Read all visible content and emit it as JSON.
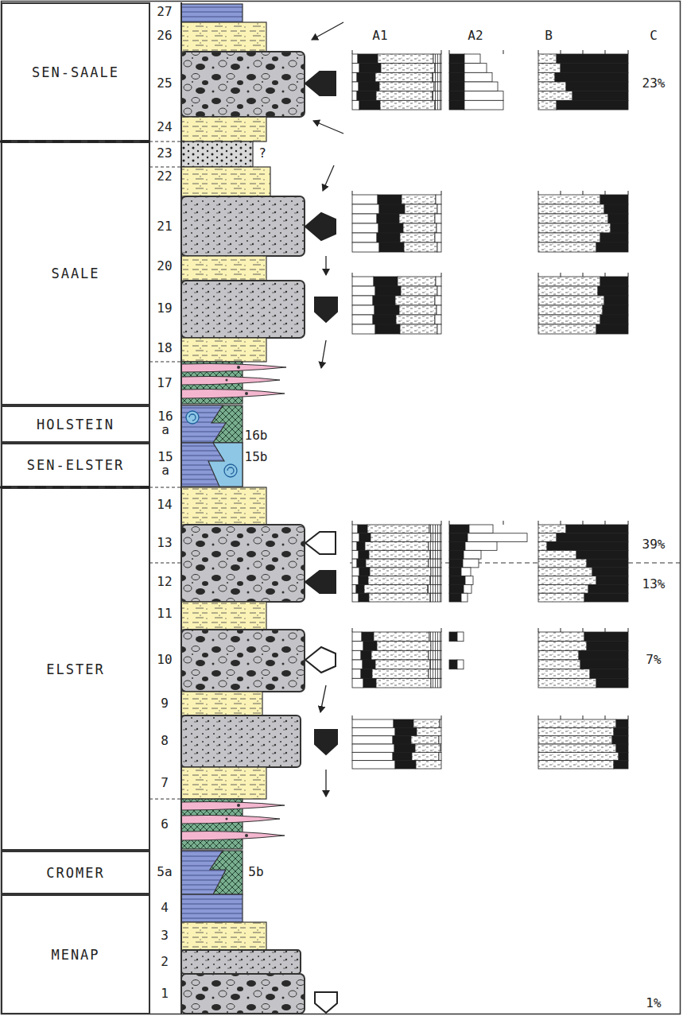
{
  "diagram": {
    "nodes": [
      {
        "text": [
          "SEN-SAALE"
        ]
      },
      {
        "text": [
          "SAALE"
        ]
      },
      {
        "text": [
          "HOLSTEIN"
        ]
      },
      {
        "text": [
          "SEN-ELSTER"
        ]
      },
      {
        "text": [
          "ELSTER"
        ]
      },
      {
        "text": [
          "CROMER"
        ]
      },
      {
        "text": [
          "MENAP"
        ]
      }
    ],
    "labels": [
      "27",
      "26",
      "25",
      "24",
      "23",
      "?",
      "22",
      "21",
      "20",
      "19",
      "18",
      "17",
      "16 a",
      "16b",
      "15 a",
      "15b",
      "14",
      "13",
      "12",
      "11",
      "10",
      "9",
      "8",
      "7",
      "6",
      "5a",
      "5b",
      "4",
      "3",
      "2",
      "1",
      "A1",
      "A2",
      "B",
      "C",
      "23%",
      "39%",
      "13%",
      "7%",
      "1%"
    ]
  }
}
